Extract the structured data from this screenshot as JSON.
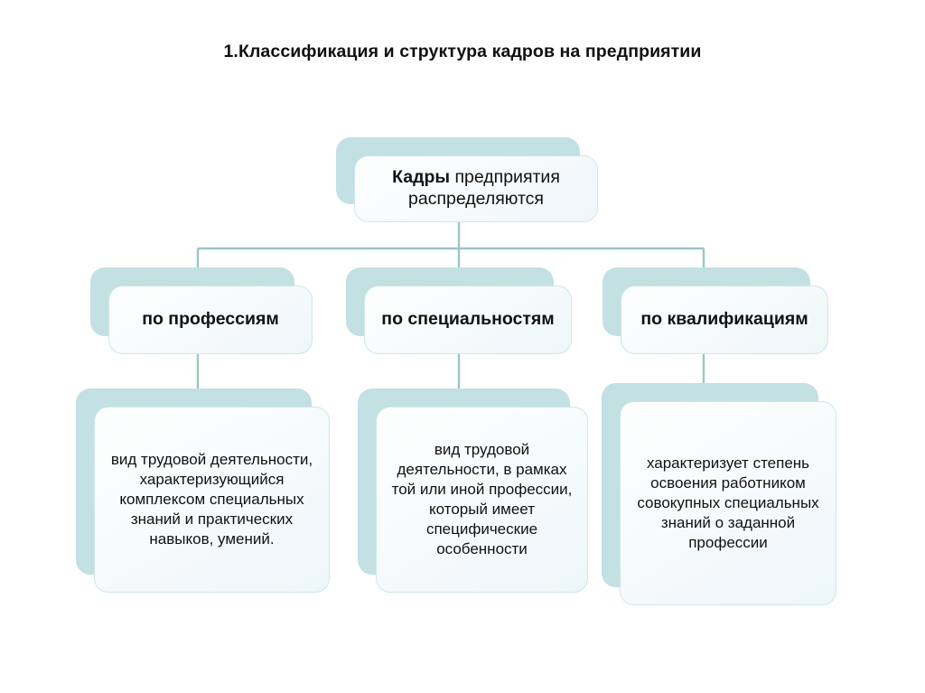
{
  "slide": {
    "title": "1.Классификация и структура кадров на предприятии",
    "background_color": "#ffffff",
    "accent_color": "#c3e0e2",
    "card_color": "#fafdfd",
    "border_color": "#cfe6e8",
    "connector_color": "#9cc6c9",
    "text_color": "#111111"
  },
  "diagram": {
    "type": "tree",
    "root": {
      "label_bold": "Кадры",
      "label_rest": " предприятия распределяются",
      "label_full": "Кадры предприятия распределяются"
    },
    "branches": [
      {
        "heading": "по профессиям",
        "detail": "вид трудовой деятельности, характеризующийся комплексом специальных знаний и практических навыков, умений."
      },
      {
        "heading": "по специальностям",
        "detail": "вид трудовой деятельности,  в рамках той или иной профессии, который имеет специфические особенности"
      },
      {
        "heading": "по квалификациям",
        "detail": "характеризует степень освоения работником совокупных специальных знаний о заданной профессии"
      }
    ]
  }
}
